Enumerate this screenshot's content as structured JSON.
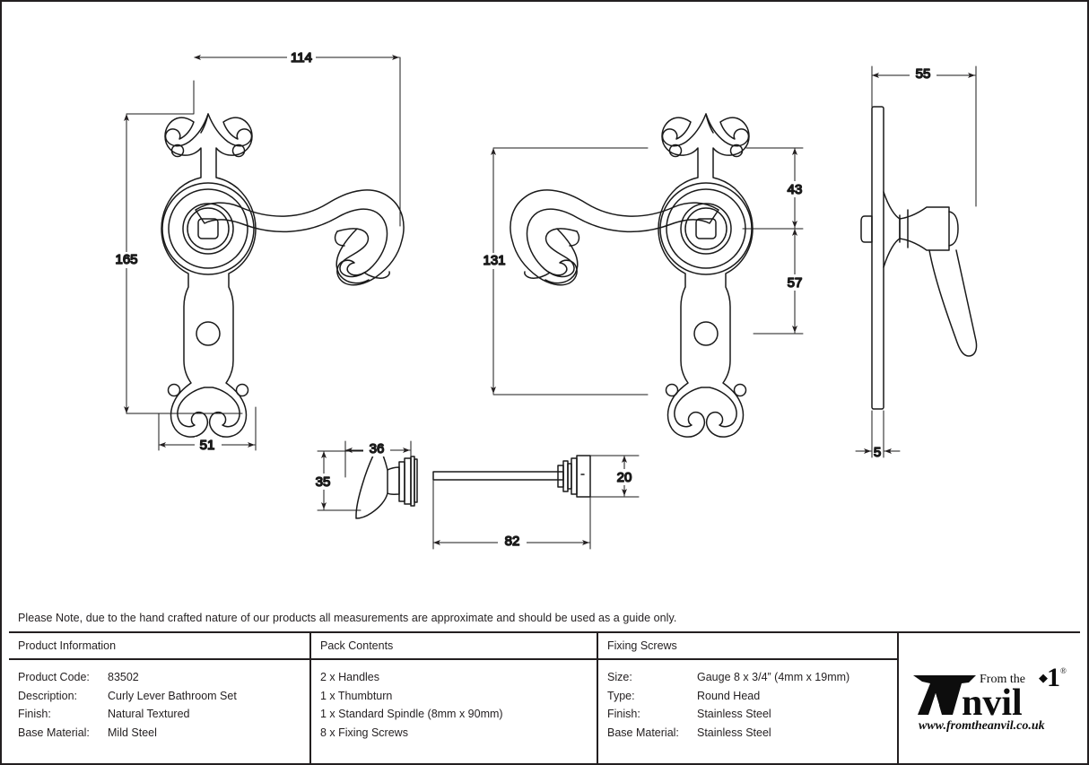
{
  "document": {
    "type": "technical-drawing",
    "title": "Curly Lever Bathroom Set dimensioned drawing"
  },
  "dimensions": {
    "lever_plate_width_top": "114",
    "lever_plate_height": "165",
    "lever_plate_base_width": "51",
    "lever_projection_height": "131",
    "spindle_centre_to_top": "43",
    "spindle_centre_to_bottom_fixing": "57",
    "side_projection": "55",
    "plate_thickness": "5",
    "thumbturn_width": "36",
    "thumbturn_height": "35",
    "spindle_length": "82",
    "spindle_rose_height": "20"
  },
  "note": {
    "text": "Please Note, due to the hand crafted nature of our products all measurements are approximate and should be used as a guide only."
  },
  "table": {
    "product_information": {
      "header": "Product Information",
      "rows": [
        {
          "label": "Product Code:",
          "value": "83502"
        },
        {
          "label": "Description:",
          "value": "Curly Lever Bathroom Set"
        },
        {
          "label": "Finish:",
          "value": "Natural Textured"
        },
        {
          "label": "Base Material:",
          "value": "Mild Steel"
        }
      ]
    },
    "pack_contents": {
      "header": "Pack Contents",
      "items": [
        "2 x Handles",
        "1 x Thumbturn",
        "1 x Standard Spindle (8mm x 90mm)",
        "8 x Fixing Screws"
      ]
    },
    "fixing_screws": {
      "header": "Fixing Screws",
      "rows": [
        {
          "label": "Size:",
          "value": "Gauge 8 x 3/4” (4mm x 19mm)"
        },
        {
          "label": "Type:",
          "value": "Round Head"
        },
        {
          "label": "Finish:",
          "value": "Stainless Steel"
        },
        {
          "label": "Base Material:",
          "value": "Stainless Steel"
        }
      ]
    }
  },
  "logo": {
    "brand_small": "From the",
    "brand_main": "nvil",
    "registered": "®",
    "website": "www.fromtheanvil.co.uk"
  },
  "colors": {
    "ink": "#231f20",
    "paper": "#ffffff",
    "line": "#1a1a1a"
  }
}
